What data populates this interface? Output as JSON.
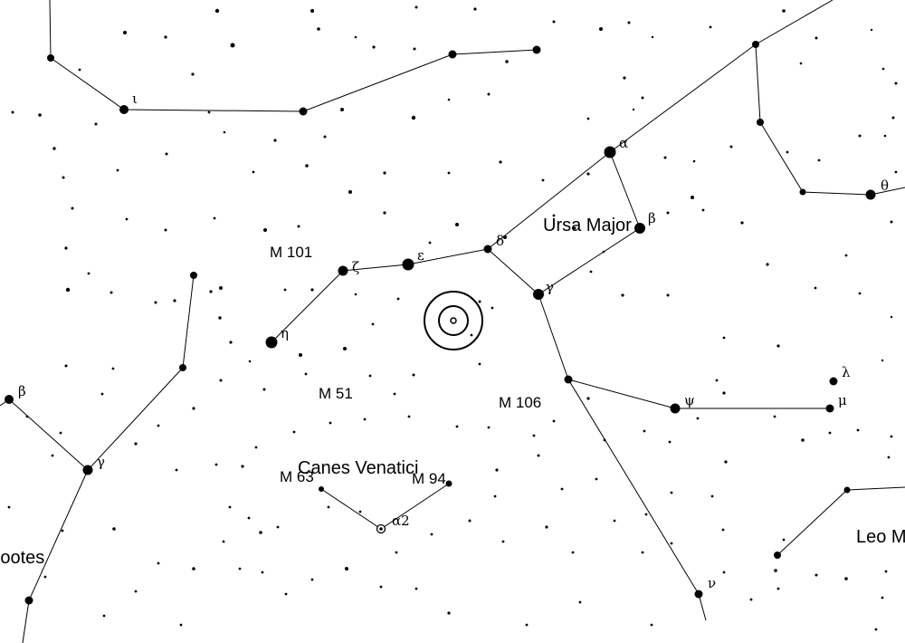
{
  "constellations": [
    {
      "id": "ursa-major",
      "name": "Ursa Major"
    },
    {
      "id": "canes-venatici",
      "name": "Canes Venatici"
    },
    {
      "id": "bootes",
      "name": "Bootes"
    },
    {
      "id": "leo-minor",
      "name": "Leo M"
    }
  ],
  "deep_sky": [
    {
      "id": "m101",
      "label": "M 101"
    },
    {
      "id": "m51",
      "label": "M 51"
    },
    {
      "id": "m106",
      "label": "M 106"
    },
    {
      "id": "m63",
      "label": "M 63"
    },
    {
      "id": "m94",
      "label": "M 94"
    }
  ],
  "star_labels": {
    "uma_alpha": "α",
    "uma_beta": "β",
    "uma_gamma": "γ",
    "uma_delta": "δ",
    "uma_epsilon": "ε",
    "uma_zeta": "ζ",
    "uma_eta": "η",
    "uma_psi": "ψ",
    "uma_lambda": "λ",
    "uma_mu": "μ",
    "uma_nu": "ν",
    "uma_theta": "θ",
    "dra_iota": "ι",
    "cvn_alpha2": "α2",
    "boo_beta": "β",
    "boo_gamma": "γ"
  },
  "colors": {
    "background": "#ffffff",
    "ink": "#000000"
  }
}
